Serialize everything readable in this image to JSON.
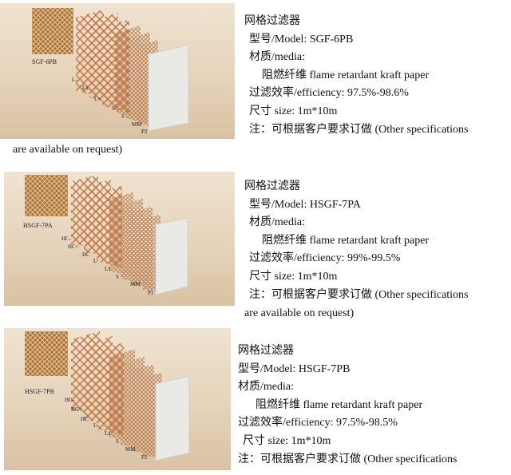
{
  "products": [
    {
      "swatch_label": "SGF-6PB",
      "layer_labels": [
        "L-",
        "Lx",
        "L+",
        "S",
        "S",
        "MM",
        "P2"
      ],
      "title": "网格过滤器",
      "model": "型号/Model: SGF-6PB",
      "media_label": "材质/media:",
      "media_value": "阻燃纤维  flame retardant kraft paper",
      "efficiency": "过滤效率/efficiency: 97.5%-98.6%",
      "size": "尺寸  size: 1m*10m",
      "note": "注：可根据客户要求订做    (Other specifications",
      "note_cont": "are available on request)"
    },
    {
      "swatch_label": "HSGF-7PA",
      "layer_labels": [
        "HC-",
        "HC+",
        "HC",
        "L",
        "Lx",
        "S",
        "MM",
        "P1"
      ],
      "title": "网格过滤器",
      "model": "型号/Model: HSGF-7PA",
      "media_label": "材质/media:",
      "media_value": "阻燃纤维  flame retardant kraft paper",
      "efficiency": "过滤效率/efficiency:    99%-99.5%",
      "size": "尺寸  size: 1m*10m",
      "note": "注：可根据客户要求订做    (Other specifications",
      "note_cont": "are available on request)"
    },
    {
      "swatch_label": "HSGF-7PB",
      "layer_labels": [
        "HC-",
        "HC+",
        "HC",
        "L",
        "Lx",
        "S",
        "MM",
        "P2"
      ],
      "title": "网格过滤器",
      "model": "型号/Model: HSGF-7PB",
      "media_label": "材质/media:",
      "media_value": "阻燃纤维  flame retardant kraft paper",
      "efficiency": "过滤效率/efficiency: 97.5%-98.5%",
      "size": "尺寸  size: 1m*10m",
      "note": "注：可根据客户要求订做    (Other specifications",
      "note_cont": ""
    }
  ]
}
